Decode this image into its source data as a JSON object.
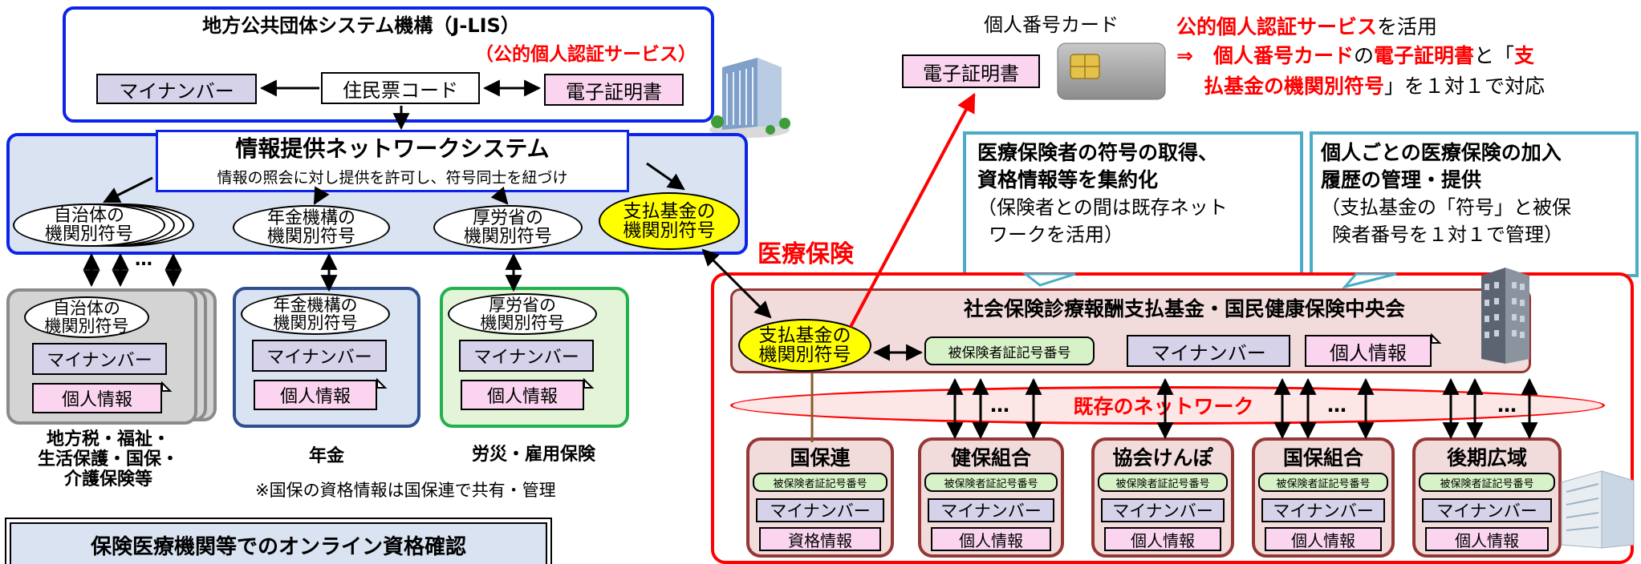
{
  "jlis": {
    "title": "地方公共団体システム機構（J-LIS）",
    "subtitle": "（公的個人認証サービス）",
    "mynumber": "マイナンバー",
    "juminhyo": "住民票コード",
    "cert": "電子証明書"
  },
  "network": {
    "title": "情報提供ネットワークシステム",
    "caption": "情報の照会に対し提供を許可し、符号同士を紐づけ",
    "codes": [
      {
        "line1": "自治体の",
        "line2": "機関別符号"
      },
      {
        "line1": "年金機構の",
        "line2": "機関別符号"
      },
      {
        "line1": "厚労省の",
        "line2": "機関別符号"
      },
      {
        "line1": "支払基金の",
        "line2": "機関別符号"
      }
    ],
    "dots": "…"
  },
  "lower_orgs": [
    {
      "code1": "自治体の",
      "code2": "機関別符号",
      "mynumber": "マイナンバー",
      "info": "個人情報",
      "label": "地方税・福祉・\n生活保護・国保・\n介護保険等"
    },
    {
      "code1": "年金機構の",
      "code2": "機関別符号",
      "mynumber": "マイナンバー",
      "info": "個人情報",
      "label": "年金"
    },
    {
      "code1": "厚労省の",
      "code2": "機関別符号",
      "mynumber": "マイナンバー",
      "info": "個人情報",
      "label": "労災・雇用保険"
    }
  ],
  "note": "※国保の資格情報は国保連で共有・管理",
  "bottom_title": "保険医療機関等でのオンライン資格確認",
  "card": {
    "label": "個人番号カード",
    "cert": "電子証明書"
  },
  "jpki_note": {
    "line1_red": "公的個人認証サービス",
    "line1_black": "を活用",
    "line2_arrow": "⇒　",
    "line2_red1": "個人番号カード",
    "line2_black1": "の",
    "line2_red2": "電子証明書",
    "line2_black2": "と「",
    "line2_red3": "支",
    "line3_red": "払基金の機関別符号",
    "line3_black": "」を１対１で対応"
  },
  "callout_left": {
    "title1": "医療保険者の符号の取得、",
    "title2": "資格情報等を集約化",
    "body1": "（保険者との間は既存ネット",
    "body2": "ワークを活用）"
  },
  "callout_right": {
    "title1": "個人ごとの医療保険の加入",
    "title2": "履歴の管理・提供",
    "body1": "（支払基金の「符号」と被保",
    "body2": "険者番号を１対１で管理）"
  },
  "medical": {
    "label": "医療保険",
    "org_title": "社会保険診療報酬支払基金・国民健康保険中央会",
    "code1": "支払基金の",
    "code2": "機関別符号",
    "insured_no": "被保険者証記号番号",
    "mynumber": "マイナンバー",
    "info": "個人情報",
    "network": "既存のネットワーク",
    "dots": "…",
    "insurers": [
      {
        "name": "国保連",
        "insured_no": "被保険者証記号番号",
        "mynumber": "マイナンバー",
        "info": "資格情報"
      },
      {
        "name": "健保組合",
        "insured_no": "被保険者証記号番号",
        "mynumber": "マイナンバー",
        "info": "個人情報"
      },
      {
        "name": "協会けんぽ",
        "insured_no": "被保険者証記号番号",
        "mynumber": "マイナンバー",
        "info": "個人情報"
      },
      {
        "name": "国保組合",
        "insured_no": "被保険者証記号番号",
        "mynumber": "マイナンバー",
        "info": "個人情報"
      },
      {
        "name": "後期広域",
        "insured_no": "被保険者証記号番号",
        "mynumber": "マイナンバー",
        "info": "個人情報"
      }
    ]
  },
  "colors": {
    "blue_border": "#0b24e8",
    "light_blue_fill": "#d9e3f1",
    "red": "#ff0000",
    "gray_border": "#8a8a8a",
    "gray_fill": "#d4d4d4",
    "navy_border": "#2f4f8f",
    "green_border": "#22b14c",
    "green_fill": "#e3f4d8",
    "teal_border": "#4aacc6",
    "maroon_border": "#953735",
    "pink_fill": "#f2dcdb"
  }
}
